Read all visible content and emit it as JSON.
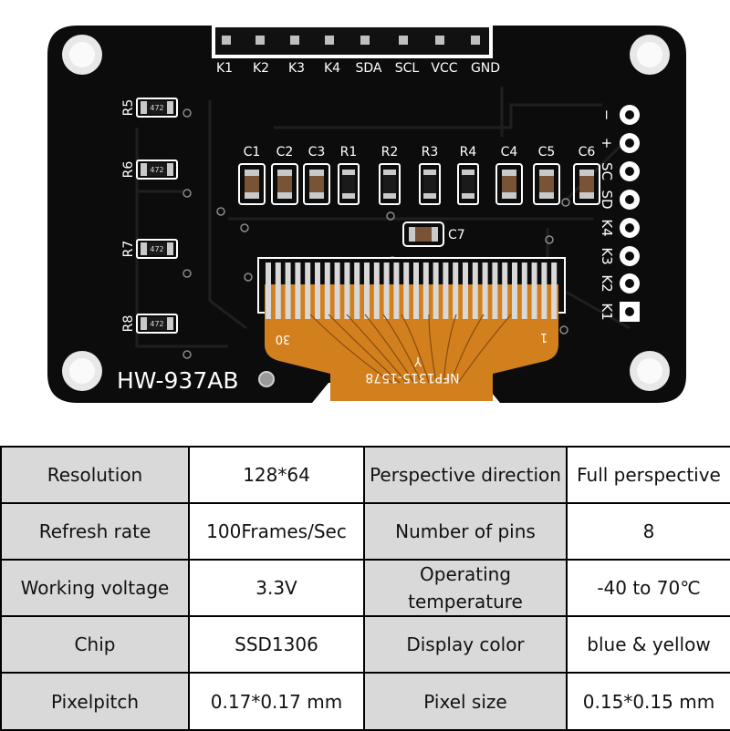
{
  "board": {
    "model": "HW-937AB",
    "top_pins": [
      "K1",
      "K2",
      "K3",
      "K4",
      "SDA",
      "SCL",
      "VCC",
      "GND"
    ],
    "side_pins": [
      "−",
      "+",
      "SC",
      "SD",
      "K4",
      "K3",
      "K2",
      "K1"
    ],
    "capacitors": [
      "C1",
      "C2",
      "C3",
      "C4",
      "C5",
      "C6"
    ],
    "resistors_top": [
      "R1",
      "R2",
      "R3",
      "R4"
    ],
    "resistors_side": [
      "R5",
      "R6",
      "R7",
      "R8"
    ],
    "resistor_codes": [
      "472",
      "472",
      "472",
      "472"
    ],
    "cap_c7": "C7",
    "flex_label": "NFP1315-1578",
    "flex_pin_first": "1",
    "flex_pin_last": "30",
    "flex_mark": "Y",
    "colors": {
      "pcb": "#0c0c0c",
      "flex": "#d2801e",
      "silk": "#ffffff",
      "pad": "#c9c9c9"
    }
  },
  "specs": {
    "rows": [
      [
        {
          "label": "Resolution",
          "value": "128*64"
        },
        {
          "label": "Perspective direction",
          "value": "Full perspective"
        }
      ],
      [
        {
          "label": "Refresh rate",
          "value": "100Frames/Sec"
        },
        {
          "label": "Number of pins",
          "value": "8"
        }
      ],
      [
        {
          "label": "Working voltage",
          "value": "3.3V"
        },
        {
          "label": "Operating temperature",
          "value": "-40 to 70℃"
        }
      ],
      [
        {
          "label": "Chip",
          "value": "SSD1306"
        },
        {
          "label": "Display color",
          "value": "blue & yellow"
        }
      ],
      [
        {
          "label": "Pixelpitch",
          "value": "0.17*0.17 mm"
        },
        {
          "label": "Pixel size",
          "value": "0.15*0.15 mm"
        }
      ]
    ]
  }
}
